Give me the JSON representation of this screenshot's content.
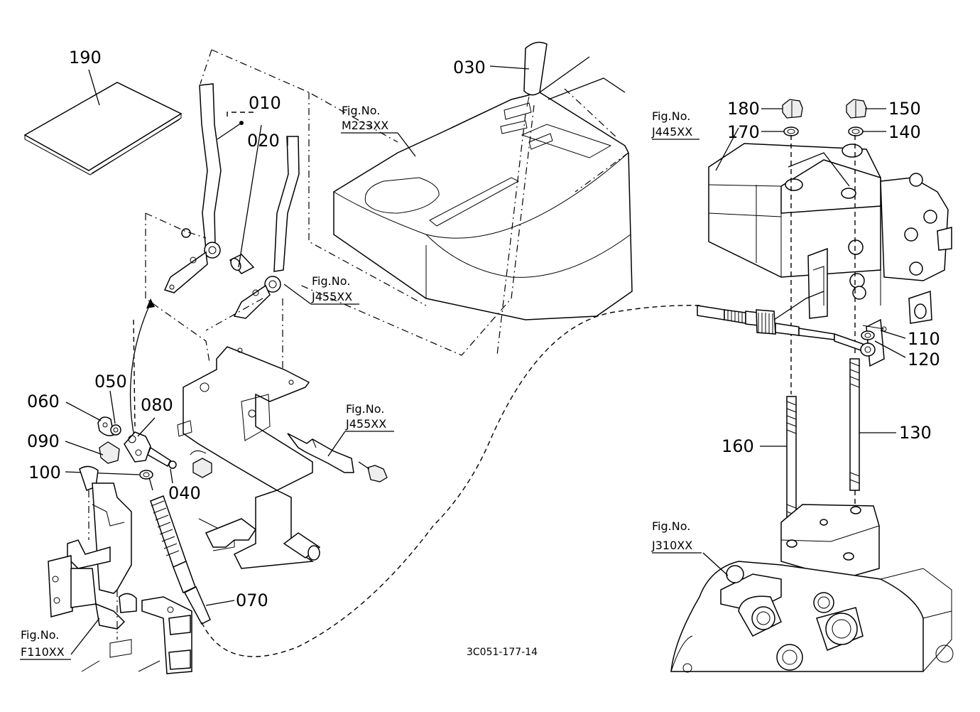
{
  "labels": {
    "p190": "190",
    "p010": "010",
    "p020": "020",
    "p030": "030",
    "p040": "040",
    "p050": "050",
    "p060": "060",
    "p070": "070",
    "p080": "080",
    "p090": "090",
    "p100": "100",
    "p110": "110",
    "p120": "120",
    "p130": "130",
    "p140": "140",
    "p150": "150",
    "p160": "160",
    "p170": "170",
    "p180": "180"
  },
  "fig_refs": {
    "prefix": "Fig.No.",
    "m223": "M223XX",
    "j445": "J445XX",
    "j455_upper": "J455XX",
    "j455_lower": "J455XX",
    "j310": "J310XX",
    "f110": "F110XX"
  },
  "diagram_code": "3C051-177-14"
}
